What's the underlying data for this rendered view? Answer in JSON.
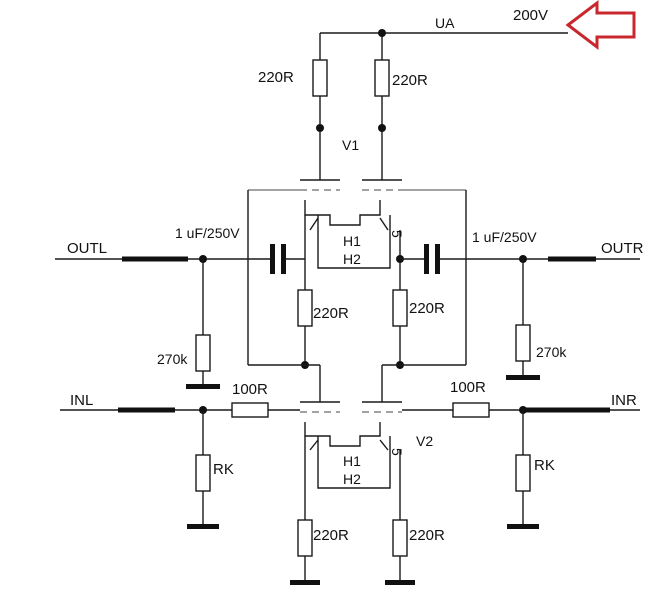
{
  "labels": {
    "supply_voltage": "200V",
    "supply_rail": "UA",
    "r_anode_left": "220R",
    "r_anode_right": "220R",
    "tube_top": "V1",
    "tube_bottom": "V2",
    "cap_left": "1  uF/250V",
    "cap_right": "1  uF/250V",
    "out_left": "OUTL",
    "out_right": "OUTR",
    "heater_top_1": "H1",
    "heater_top_2": "H2",
    "heater_bottom_1": "H1",
    "heater_bottom_2": "H2",
    "pin_top": "5",
    "pin_bottom": "5",
    "r_mid_left": "220R",
    "r_mid_right": "220R",
    "r_load_left": "270k",
    "r_load_right": "270k",
    "r_grid_left": "100R",
    "r_grid_right": "100R",
    "in_left": "INL",
    "in_right": "INR",
    "rk_left": "RK",
    "rk_right": "RK",
    "r_cath_left": "220R",
    "r_cath_right": "220R"
  },
  "colors": {
    "arrow": "#c8282d",
    "wire": "#1a1a1a"
  }
}
